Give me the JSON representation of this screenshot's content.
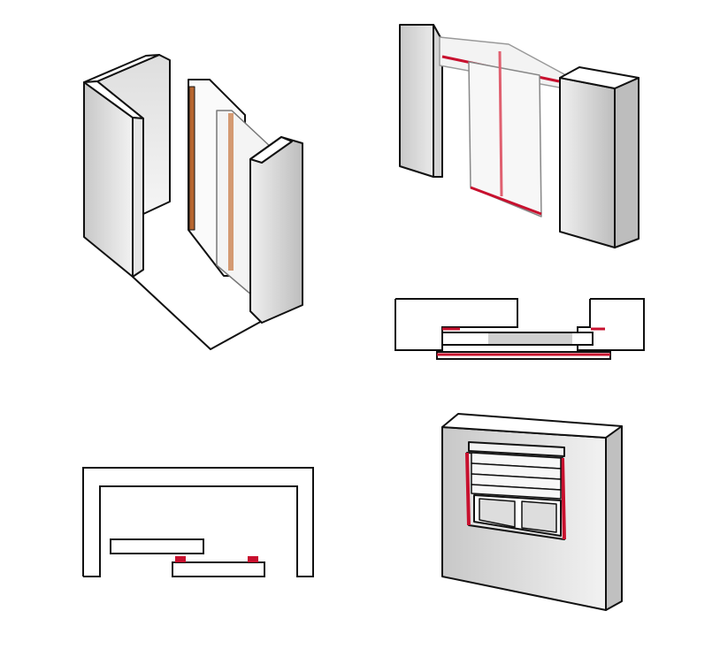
{
  "colors": {
    "outline": "#111111",
    "wall_light": "#ececec",
    "wall_mid": "#d6d6d6",
    "wall_dark": "#b8b8b8",
    "accent_red": "#c8102e",
    "accent_brown": "#b5652f",
    "glass": "#f4f4f4"
  },
  "figures": [
    {
      "id": "pocket-door-isometric"
    },
    {
      "id": "sliding-door-isometric"
    },
    {
      "id": "sliding-door-plan-section"
    },
    {
      "id": "recess-plan-section"
    },
    {
      "id": "roller-shutter-window"
    }
  ]
}
